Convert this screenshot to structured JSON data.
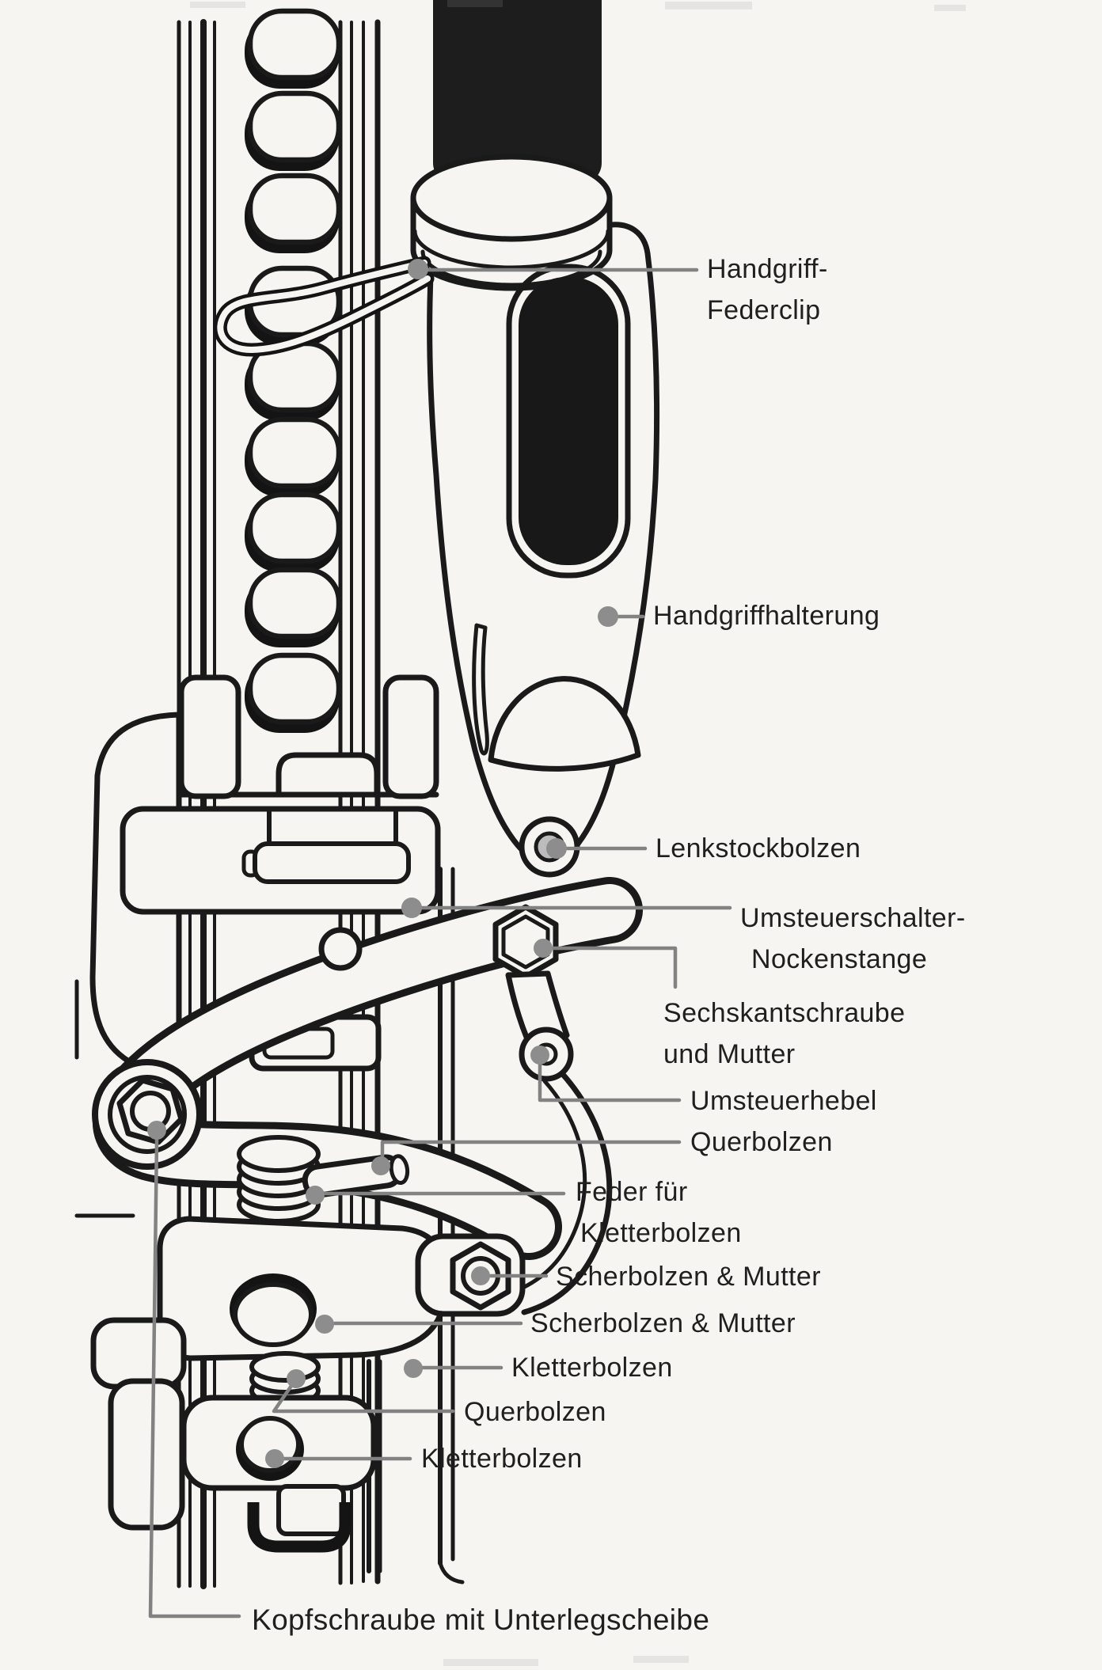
{
  "figure": {
    "type": "technical-diagram",
    "subject": "Hi-Lift-Wagenheber Mechanismus (Explosionsansicht mit Beschriftung)",
    "paper_color": "#f6f5f2",
    "ink_color": "#1a1a1a",
    "leader_line_color": "#828282",
    "callout_dot_color": "#8d8d8d"
  },
  "labels": [
    {
      "id": "handgriff-federclip",
      "line1": "Handgriff-",
      "line2": "Federclip"
    },
    {
      "id": "handgriffhalterung",
      "line1": "Handgriffhalterung"
    },
    {
      "id": "lenkstockbolzen",
      "line1": "Lenkstockbolzen"
    },
    {
      "id": "umsteuerschalter",
      "line1": "Umsteuerschalter-",
      "line2": "Nockenstange"
    },
    {
      "id": "sechskantschraube",
      "line1": "Sechskantschraube",
      "line2": "und Mutter"
    },
    {
      "id": "umsteuerhebel",
      "line1": "Umsteuerhebel"
    },
    {
      "id": "querbolzen-oben",
      "line1": "Querbolzen"
    },
    {
      "id": "feder-fuer-kletterbolzen",
      "line1": "Feder für",
      "line2": "Kletterbolzen"
    },
    {
      "id": "scherbolzen-mutter-1",
      "line1": "Scherbolzen & Mutter"
    },
    {
      "id": "scherbolzen-mutter-2",
      "line1": "Scherbolzen & Mutter"
    },
    {
      "id": "kletterbolzen-1",
      "line1": "Kletterbolzen"
    },
    {
      "id": "querbolzen-unten",
      "line1": "Querbolzen"
    },
    {
      "id": "kletterbolzen-2",
      "line1": "Kletterbolzen"
    },
    {
      "id": "kopfschraube",
      "line1": "Kopfschraube mit Unterlegscheibe"
    }
  ]
}
